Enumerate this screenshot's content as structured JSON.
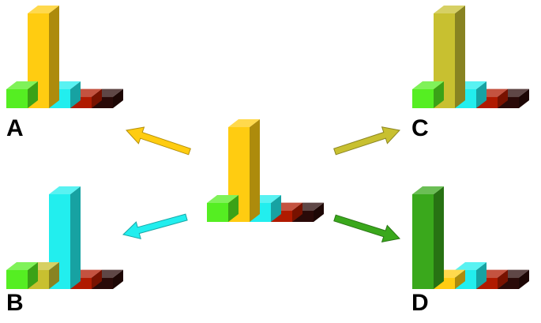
{
  "labels": {
    "a": "A",
    "b": "B",
    "c": "C",
    "d": "D"
  },
  "colors": {
    "green": "#55ee22",
    "yellow": "#ffcc11",
    "olive": "#c8c030",
    "cyan": "#22eeee",
    "red": "#b01a00",
    "black": "#2a0a08",
    "dark_green": "#3aa81c"
  },
  "chart_data": [
    {
      "type": "bar",
      "panel": "center",
      "series": [
        {
          "color": "green",
          "value": 0.2
        },
        {
          "color": "yellow",
          "value": 1.0
        },
        {
          "color": "cyan",
          "value": 0.2
        },
        {
          "color": "red",
          "value": 0.12
        },
        {
          "color": "black",
          "value": 0.12
        }
      ]
    },
    {
      "type": "bar",
      "panel": "A",
      "series": [
        {
          "color": "green",
          "value": 0.2
        },
        {
          "color": "yellow",
          "value": 1.0
        },
        {
          "color": "cyan",
          "value": 0.2
        },
        {
          "color": "red",
          "value": 0.12
        },
        {
          "color": "black",
          "value": 0.12
        }
      ]
    },
    {
      "type": "bar",
      "panel": "B",
      "series": [
        {
          "color": "green",
          "value": 0.2
        },
        {
          "color": "olive",
          "value": 0.2
        },
        {
          "color": "cyan",
          "value": 1.0
        },
        {
          "color": "red",
          "value": 0.12
        },
        {
          "color": "black",
          "value": 0.12
        }
      ]
    },
    {
      "type": "bar",
      "panel": "C",
      "series": [
        {
          "color": "green",
          "value": 0.2
        },
        {
          "color": "olive",
          "value": 1.0
        },
        {
          "color": "cyan",
          "value": 0.2
        },
        {
          "color": "red",
          "value": 0.12
        },
        {
          "color": "black",
          "value": 0.12
        }
      ]
    },
    {
      "type": "bar",
      "panel": "D",
      "series": [
        {
          "color": "dark_green",
          "value": 1.0
        },
        {
          "color": "yellow",
          "value": 0.12
        },
        {
          "color": "cyan",
          "value": 0.2
        },
        {
          "color": "red",
          "value": 0.12
        },
        {
          "color": "black",
          "value": 0.12
        }
      ]
    }
  ],
  "arrows": [
    {
      "to": "A",
      "color": "yellow"
    },
    {
      "to": "B",
      "color": "cyan"
    },
    {
      "to": "C",
      "color": "olive"
    },
    {
      "to": "D",
      "color": "dark_green"
    }
  ]
}
